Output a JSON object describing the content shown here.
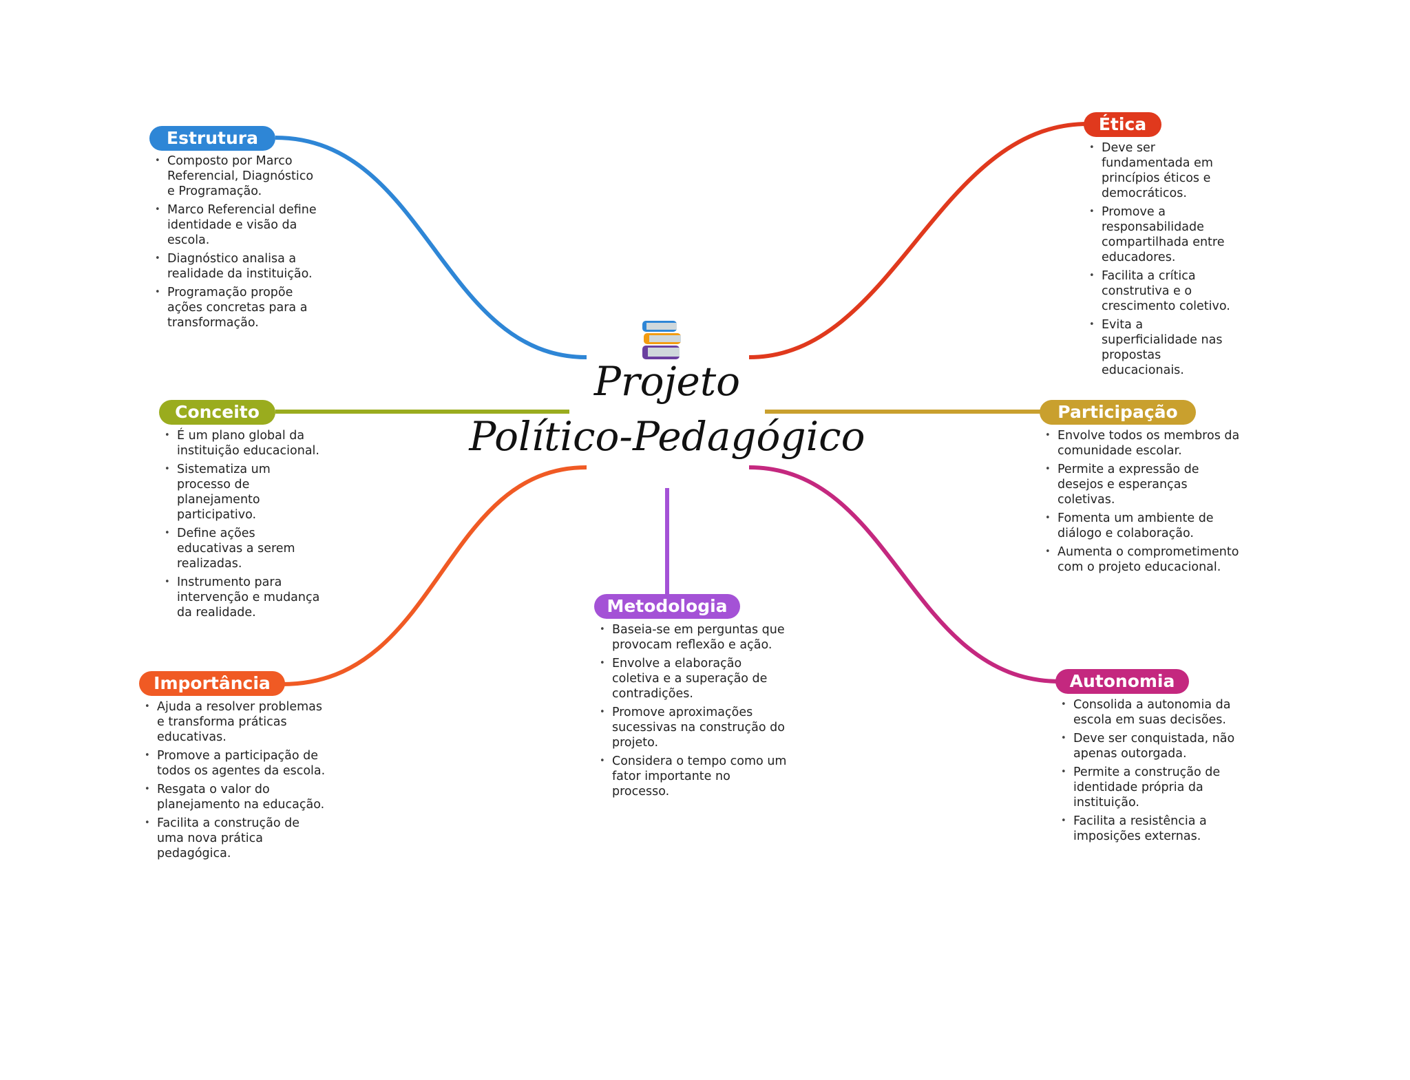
{
  "title": {
    "line1": "Projeto",
    "line2": "Político-Pedagógico",
    "icon": "books-icon"
  },
  "branches": {
    "estrutura": {
      "label": "Estrutura",
      "color": "#2e86d6",
      "items": [
        "Composto por Marco Referencial, Diagnóstico e Programação.",
        "Marco Referencial define identidade e visão da escola.",
        "Diagnóstico analisa a realidade da instituição.",
        "Programação propõe ações concretas para a transformação."
      ]
    },
    "conceito": {
      "label": "Conceito",
      "color": "#9aac1e",
      "items": [
        "É um plano global da instituição educacional.",
        "Sistematiza um processo de planejamento participativo.",
        "Define ações educativas a serem realizadas.",
        "Instrumento para intervenção e mudança da realidade."
      ]
    },
    "importancia": {
      "label": "Importância",
      "color": "#f05a24",
      "items": [
        "Ajuda a resolver problemas e transforma práticas educativas.",
        "Promove a participação de todos os agentes da escola.",
        "Resgata o valor do planejamento na educação.",
        "Facilita a construção de uma nova prática pedagógica."
      ]
    },
    "metodologia": {
      "label": "Metodologia",
      "color": "#a452d6",
      "items": [
        "Baseia-se em perguntas que provocam reflexão e ação.",
        "Envolve a elaboração coletiva e a superação de contradições.",
        "Promove aproximações sucessivas na construção do projeto.",
        "Considera o tempo como um fator importante no processo."
      ]
    },
    "etica": {
      "label": "Ética",
      "color": "#e0391d",
      "items": [
        "Deve ser fundamentada em princípios éticos e democráticos.",
        "Promove a responsabilidade compartilhada entre educadores.",
        "Facilita a crítica construtiva e o crescimento coletivo.",
        "Evita a superficialidade nas propostas educacionais."
      ]
    },
    "participacao": {
      "label": "Participação",
      "color": "#c9a02e",
      "items": [
        "Envolve todos os membros da comunidade escolar.",
        "Permite a expressão de desejos e esperanças coletivas.",
        "Fomenta um ambiente de diálogo e colaboração.",
        "Aumenta o comprometimento com o projeto educacional."
      ]
    },
    "autonomia": {
      "label": "Autonomia",
      "color": "#c4287f",
      "items": [
        "Consolida a autonomia da escola em suas decisões.",
        "Deve ser conquistada, não apenas outorgada.",
        "Permite a construção de identidade própria da instituição.",
        "Facilita a resistência a imposições externas."
      ]
    }
  }
}
